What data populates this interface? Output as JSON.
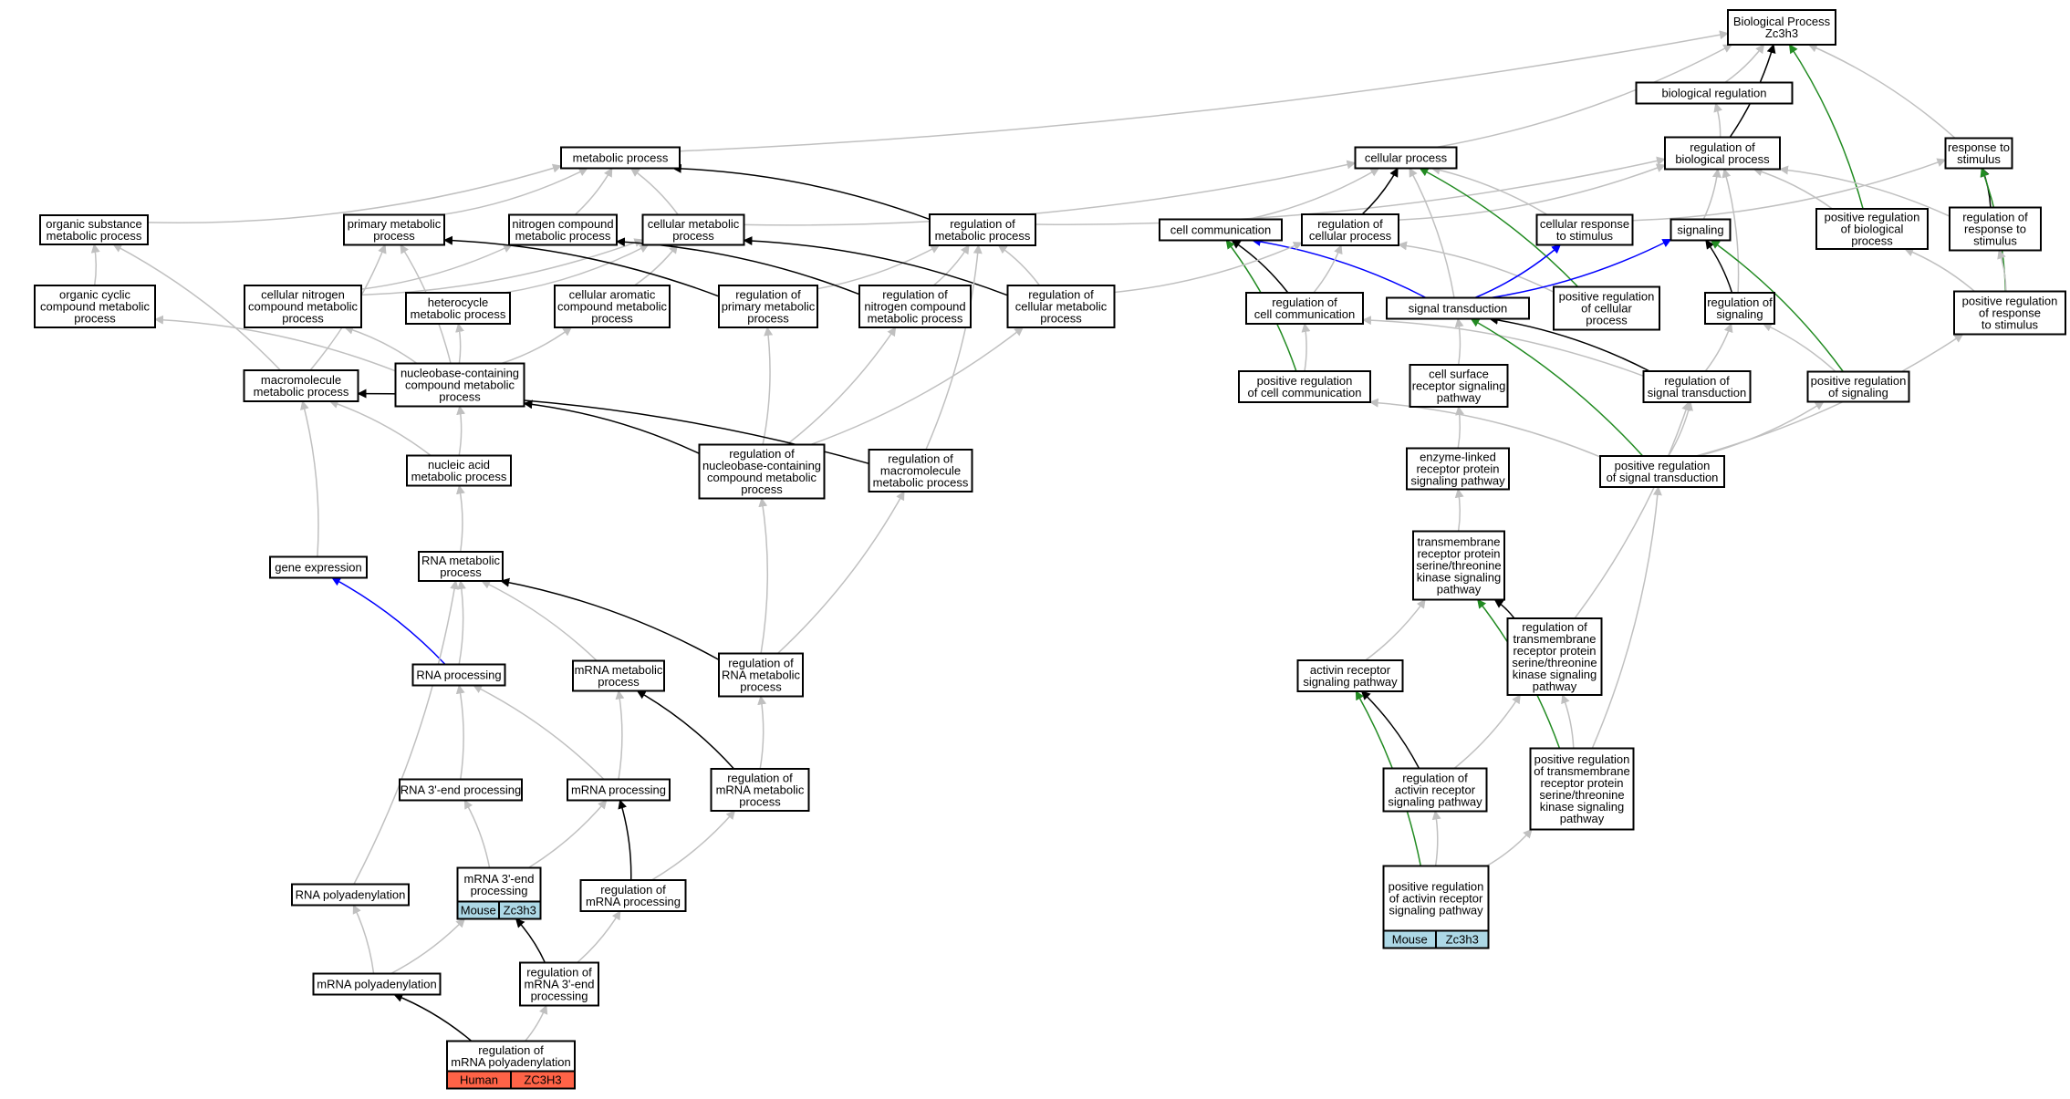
{
  "colors": {
    "is_a": "#c0c0c0",
    "regulates": "#000000",
    "positively_regulates": "#228b22",
    "part_of": "#0000ff",
    "mouse_cell": "#add8e6",
    "human_cell": "#ff6347"
  },
  "nodes": [
    {
      "id": "bp",
      "lines": [
        "Biological Process",
        "Zc3h3"
      ]
    },
    {
      "id": "bioreg",
      "lines": [
        "biological regulation"
      ]
    },
    {
      "id": "regbp",
      "lines": [
        "regulation of",
        "biological process"
      ]
    },
    {
      "id": "cellproc",
      "lines": [
        "cellular process"
      ]
    },
    {
      "id": "resp",
      "lines": [
        "response to",
        "stimulus"
      ]
    },
    {
      "id": "posregbp",
      "lines": [
        "positive regulation",
        "of biological",
        "process"
      ]
    },
    {
      "id": "regresp",
      "lines": [
        "regulation of",
        "response to",
        "stimulus"
      ]
    },
    {
      "id": "posregresp",
      "lines": [
        "positive regulation",
        "of response",
        "to stimulus"
      ]
    },
    {
      "id": "cellcomm",
      "lines": [
        "cell communication"
      ]
    },
    {
      "id": "regcellproc",
      "lines": [
        "regulation of",
        "cellular process"
      ]
    },
    {
      "id": "cellresp",
      "lines": [
        "cellular response",
        "to stimulus"
      ]
    },
    {
      "id": "signaling",
      "lines": [
        "signaling"
      ]
    },
    {
      "id": "sigtrans",
      "lines": [
        "signal transduction"
      ]
    },
    {
      "id": "regcellcomm",
      "lines": [
        "regulation of",
        "cell communication"
      ]
    },
    {
      "id": "posregcellproc",
      "lines": [
        "positive regulation",
        "of cellular",
        "process"
      ]
    },
    {
      "id": "regsignaling",
      "lines": [
        "regulation of",
        "signaling"
      ]
    },
    {
      "id": "posregcellcomm",
      "lines": [
        "positive regulation",
        "of cell communication"
      ]
    },
    {
      "id": "cellsurf",
      "lines": [
        "cell surface",
        "receptor signaling",
        "pathway"
      ]
    },
    {
      "id": "regsigtrans",
      "lines": [
        "regulation of",
        "signal transduction"
      ]
    },
    {
      "id": "posregsignaling",
      "lines": [
        "positive regulation",
        "of signaling"
      ]
    },
    {
      "id": "enzlinked",
      "lines": [
        "enzyme-linked",
        "receptor protein",
        "signaling pathway"
      ]
    },
    {
      "id": "posregsigtrans",
      "lines": [
        "positive regulation",
        "of signal transduction"
      ]
    },
    {
      "id": "tmrstk",
      "lines": [
        "transmembrane",
        "receptor protein",
        "serine/threonine",
        "kinase signaling",
        "pathway"
      ]
    },
    {
      "id": "activin",
      "lines": [
        "activin receptor",
        "signaling pathway"
      ]
    },
    {
      "id": "regtmrstk",
      "lines": [
        "regulation of",
        "transmembrane",
        "receptor protein",
        "serine/threonine",
        "kinase signaling",
        "pathway"
      ]
    },
    {
      "id": "posregtmrstk",
      "lines": [
        "positive regulation",
        "of transmembrane",
        "receptor protein",
        "serine/threonine",
        "kinase signaling",
        "pathway"
      ]
    },
    {
      "id": "regactivin",
      "lines": [
        "regulation of",
        "activin receptor",
        "signaling pathway"
      ]
    },
    {
      "id": "posregactivin",
      "lines": [
        "positive regulation",
        "of activin receptor",
        "signaling pathway"
      ],
      "cells": [
        "Mouse",
        "Zc3h3"
      ],
      "cell_color": "mouse"
    },
    {
      "id": "metab",
      "lines": [
        "metabolic process"
      ]
    },
    {
      "id": "orgsub",
      "lines": [
        "organic substance",
        "metabolic process"
      ]
    },
    {
      "id": "primmet",
      "lines": [
        "primary metabolic",
        "process"
      ]
    },
    {
      "id": "nitro",
      "lines": [
        "nitrogen compound",
        "metabolic process"
      ]
    },
    {
      "id": "cellmet",
      "lines": [
        "cellular metabolic",
        "process"
      ]
    },
    {
      "id": "regmet",
      "lines": [
        "regulation of",
        "metabolic process"
      ]
    },
    {
      "id": "orgcyc",
      "lines": [
        "organic cyclic",
        "compound metabolic",
        "process"
      ]
    },
    {
      "id": "cellnitro",
      "lines": [
        "cellular nitrogen",
        "compound metabolic",
        "process"
      ]
    },
    {
      "id": "hetero",
      "lines": [
        "heterocycle",
        "metabolic process"
      ]
    },
    {
      "id": "cellarom",
      "lines": [
        "cellular aromatic",
        "compound metabolic",
        "process"
      ]
    },
    {
      "id": "regprim",
      "lines": [
        "regulation of",
        "primary metabolic",
        "process"
      ]
    },
    {
      "id": "regnitro",
      "lines": [
        "regulation of",
        "nitrogen compound",
        "metabolic process"
      ]
    },
    {
      "id": "regcellmet",
      "lines": [
        "regulation of",
        "cellular metabolic",
        "process"
      ]
    },
    {
      "id": "macro",
      "lines": [
        "macromolecule",
        "metabolic process"
      ]
    },
    {
      "id": "nucbase",
      "lines": [
        "nucleobase-containing",
        "compound metabolic",
        "process"
      ]
    },
    {
      "id": "nucacid",
      "lines": [
        "nucleic acid",
        "metabolic process"
      ]
    },
    {
      "id": "regnucbase",
      "lines": [
        "regulation of",
        "nucleobase-containing",
        "compound metabolic",
        "process"
      ]
    },
    {
      "id": "regmacro",
      "lines": [
        "regulation of",
        "macromolecule",
        "metabolic process"
      ]
    },
    {
      "id": "geneexp",
      "lines": [
        "gene expression"
      ]
    },
    {
      "id": "rnamet",
      "lines": [
        "RNA metabolic",
        "process"
      ]
    },
    {
      "id": "rnaproc",
      "lines": [
        "RNA processing"
      ]
    },
    {
      "id": "mrnamet",
      "lines": [
        "mRNA metabolic",
        "process"
      ]
    },
    {
      "id": "regrnamet",
      "lines": [
        "regulation of",
        "RNA metabolic",
        "process"
      ]
    },
    {
      "id": "rna3end",
      "lines": [
        "RNA 3'-end processing"
      ]
    },
    {
      "id": "mrnaproc",
      "lines": [
        "mRNA processing"
      ]
    },
    {
      "id": "regmrnamet",
      "lines": [
        "regulation of",
        "mRNA metabolic",
        "process"
      ]
    },
    {
      "id": "rnapoly",
      "lines": [
        "RNA polyadenylation"
      ]
    },
    {
      "id": "mrna3end",
      "lines": [
        "mRNA 3'-end",
        "processing"
      ],
      "cells": [
        "Mouse",
        "Zc3h3"
      ],
      "cell_color": "mouse"
    },
    {
      "id": "regmrnaproc",
      "lines": [
        "regulation of",
        "mRNA processing"
      ]
    },
    {
      "id": "mrnapoly",
      "lines": [
        "mRNA polyadenylation"
      ]
    },
    {
      "id": "regmrna3end",
      "lines": [
        "regulation of",
        "mRNA 3'-end",
        "processing"
      ]
    },
    {
      "id": "regmrnapoly",
      "lines": [
        "regulation of",
        "mRNA polyadenylation"
      ],
      "cells": [
        "Human",
        "ZC3H3"
      ],
      "cell_color": "human"
    }
  ],
  "edges": [
    {
      "from": "bioreg",
      "to": "bp",
      "type": "is_a"
    },
    {
      "from": "cellproc",
      "to": "bp",
      "type": "is_a"
    },
    {
      "from": "resp",
      "to": "bp",
      "type": "is_a"
    },
    {
      "from": "metab",
      "to": "bp",
      "type": "is_a"
    },
    {
      "from": "regbp",
      "to": "bp",
      "type": "regulates"
    },
    {
      "from": "posregbp",
      "to": "bp",
      "type": "positively_regulates"
    },
    {
      "from": "regbp",
      "to": "bioreg",
      "type": "is_a"
    },
    {
      "from": "posregbp",
      "to": "regbp",
      "type": "is_a"
    },
    {
      "from": "regresp",
      "to": "regbp",
      "type": "is_a"
    },
    {
      "from": "regcellproc",
      "to": "regbp",
      "type": "is_a"
    },
    {
      "from": "regmet",
      "to": "regbp",
      "type": "is_a"
    },
    {
      "from": "regsignaling",
      "to": "regbp",
      "type": "is_a"
    },
    {
      "from": "regresp",
      "to": "resp",
      "type": "regulates"
    },
    {
      "from": "posregresp",
      "to": "resp",
      "type": "positively_regulates"
    },
    {
      "from": "posregresp",
      "to": "regresp",
      "type": "is_a"
    },
    {
      "from": "posregresp",
      "to": "posregbp",
      "type": "is_a"
    },
    {
      "from": "cellresp",
      "to": "resp",
      "type": "is_a"
    },
    {
      "from": "cellcomm",
      "to": "cellproc",
      "type": "is_a"
    },
    {
      "from": "cellresp",
      "to": "cellproc",
      "type": "is_a"
    },
    {
      "from": "sigtrans",
      "to": "cellproc",
      "type": "is_a"
    },
    {
      "from": "cellmet",
      "to": "cellproc",
      "type": "is_a"
    },
    {
      "from": "regcellproc",
      "to": "cellproc",
      "type": "regulates"
    },
    {
      "from": "posregcellproc",
      "to": "cellproc",
      "type": "positively_regulates"
    },
    {
      "from": "regcellcomm",
      "to": "cellcomm",
      "type": "regulates"
    },
    {
      "from": "posregcellcomm",
      "to": "cellcomm",
      "type": "positively_regulates"
    },
    {
      "from": "sigtrans",
      "to": "cellcomm",
      "type": "part_of"
    },
    {
      "from": "regcellcomm",
      "to": "regcellproc",
      "type": "is_a"
    },
    {
      "from": "posregcellproc",
      "to": "regcellproc",
      "type": "is_a"
    },
    {
      "from": "sigtrans",
      "to": "cellresp",
      "type": "part_of"
    },
    {
      "from": "sigtrans",
      "to": "signaling",
      "type": "part_of"
    },
    {
      "from": "regsignaling",
      "to": "signaling",
      "type": "regulates"
    },
    {
      "from": "posregsignaling",
      "to": "signaling",
      "type": "positively_regulates"
    },
    {
      "from": "signaling",
      "to": "regbp",
      "type": "is_a"
    },
    {
      "from": "posregcellcomm",
      "to": "regcellcomm",
      "type": "is_a"
    },
    {
      "from": "regsigtrans",
      "to": "regcellcomm",
      "type": "is_a"
    },
    {
      "from": "regsigtrans",
      "to": "regsignaling",
      "type": "is_a"
    },
    {
      "from": "posregsignaling",
      "to": "regsignaling",
      "type": "is_a"
    },
    {
      "from": "regsigtrans",
      "to": "sigtrans",
      "type": "regulates"
    },
    {
      "from": "posregsigtrans",
      "to": "sigtrans",
      "type": "positively_regulates"
    },
    {
      "from": "cellsurf",
      "to": "sigtrans",
      "type": "is_a"
    },
    {
      "from": "posregsigtrans",
      "to": "regsigtrans",
      "type": "is_a"
    },
    {
      "from": "posregsigtrans",
      "to": "posregsignaling",
      "type": "is_a"
    },
    {
      "from": "posregsigtrans",
      "to": "posregcellcomm",
      "type": "is_a"
    },
    {
      "from": "posregsigtrans",
      "to": "posregresp",
      "type": "is_a"
    },
    {
      "from": "enzlinked",
      "to": "cellsurf",
      "type": "is_a"
    },
    {
      "from": "tmrstk",
      "to": "enzlinked",
      "type": "is_a"
    },
    {
      "from": "activin",
      "to": "tmrstk",
      "type": "is_a"
    },
    {
      "from": "regtmrstk",
      "to": "tmrstk",
      "type": "regulates"
    },
    {
      "from": "posregtmrstk",
      "to": "tmrstk",
      "type": "positively_regulates"
    },
    {
      "from": "regtmrstk",
      "to": "regsigtrans",
      "type": "is_a"
    },
    {
      "from": "posregtmrstk",
      "to": "regtmrstk",
      "type": "is_a"
    },
    {
      "from": "posregtmrstk",
      "to": "posregsigtrans",
      "type": "is_a"
    },
    {
      "from": "regactivin",
      "to": "activin",
      "type": "regulates"
    },
    {
      "from": "posregactivin",
      "to": "activin",
      "type": "positively_regulates"
    },
    {
      "from": "regactivin",
      "to": "regtmrstk",
      "type": "is_a"
    },
    {
      "from": "posregactivin",
      "to": "regactivin",
      "type": "is_a"
    },
    {
      "from": "posregactivin",
      "to": "posregtmrstk",
      "type": "is_a"
    },
    {
      "from": "orgsub",
      "to": "metab",
      "type": "is_a"
    },
    {
      "from": "primmet",
      "to": "metab",
      "type": "is_a"
    },
    {
      "from": "nitro",
      "to": "metab",
      "type": "is_a"
    },
    {
      "from": "cellmet",
      "to": "metab",
      "type": "is_a"
    },
    {
      "from": "regmet",
      "to": "metab",
      "type": "regulates"
    },
    {
      "from": "orgcyc",
      "to": "orgsub",
      "type": "is_a"
    },
    {
      "from": "macro",
      "to": "orgsub",
      "type": "is_a"
    },
    {
      "from": "cellnitro",
      "to": "nitro",
      "type": "is_a"
    },
    {
      "from": "cellnitro",
      "to": "cellmet",
      "type": "is_a"
    },
    {
      "from": "hetero",
      "to": "cellmet",
      "type": "is_a"
    },
    {
      "from": "cellarom",
      "to": "cellmet",
      "type": "is_a"
    },
    {
      "from": "regprim",
      "to": "primmet",
      "type": "regulates"
    },
    {
      "from": "regprim",
      "to": "regmet",
      "type": "is_a"
    },
    {
      "from": "regnitro",
      "to": "nitro",
      "type": "regulates"
    },
    {
      "from": "regnitro",
      "to": "regmet",
      "type": "is_a"
    },
    {
      "from": "regcellmet",
      "to": "cellmet",
      "type": "regulates"
    },
    {
      "from": "regcellmet",
      "to": "regmet",
      "type": "is_a"
    },
    {
      "from": "regcellmet",
      "to": "regcellproc",
      "type": "is_a"
    },
    {
      "from": "nucbase",
      "to": "orgcyc",
      "type": "is_a"
    },
    {
      "from": "nucbase",
      "to": "cellnitro",
      "type": "is_a"
    },
    {
      "from": "nucbase",
      "to": "hetero",
      "type": "is_a"
    },
    {
      "from": "nucbase",
      "to": "cellarom",
      "type": "is_a"
    },
    {
      "from": "nucbase",
      "to": "primmet",
      "type": "is_a"
    },
    {
      "from": "macro",
      "to": "primmet",
      "type": "is_a"
    },
    {
      "from": "nucacid",
      "to": "nucbase",
      "type": "is_a"
    },
    {
      "from": "nucacid",
      "to": "macro",
      "type": "is_a"
    },
    {
      "from": "regnucbase",
      "to": "nucbase",
      "type": "regulates"
    },
    {
      "from": "regnucbase",
      "to": "regprim",
      "type": "is_a"
    },
    {
      "from": "regnucbase",
      "to": "regnitro",
      "type": "is_a"
    },
    {
      "from": "regnucbase",
      "to": "regcellmet",
      "type": "is_a"
    },
    {
      "from": "regmacro",
      "to": "macro",
      "type": "regulates"
    },
    {
      "from": "regmacro",
      "to": "regmet",
      "type": "is_a"
    },
    {
      "from": "geneexp",
      "to": "macro",
      "type": "is_a"
    },
    {
      "from": "rnamet",
      "to": "nucacid",
      "type": "is_a"
    },
    {
      "from": "rnaproc",
      "to": "rnamet",
      "type": "is_a"
    },
    {
      "from": "rnaproc",
      "to": "geneexp",
      "type": "part_of"
    },
    {
      "from": "mrnamet",
      "to": "rnamet",
      "type": "is_a"
    },
    {
      "from": "regrnamet",
      "to": "rnamet",
      "type": "regulates"
    },
    {
      "from": "regrnamet",
      "to": "regnucbase",
      "type": "is_a"
    },
    {
      "from": "regrnamet",
      "to": "regmacro",
      "type": "is_a"
    },
    {
      "from": "rna3end",
      "to": "rnaproc",
      "type": "is_a"
    },
    {
      "from": "mrnaproc",
      "to": "rnaproc",
      "type": "is_a"
    },
    {
      "from": "mrnaproc",
      "to": "mrnamet",
      "type": "is_a"
    },
    {
      "from": "regmrnamet",
      "to": "mrnamet",
      "type": "regulates"
    },
    {
      "from": "regmrnamet",
      "to": "regrnamet",
      "type": "is_a"
    },
    {
      "from": "rnapoly",
      "to": "rnamet",
      "type": "is_a"
    },
    {
      "from": "mrna3end",
      "to": "rna3end",
      "type": "is_a"
    },
    {
      "from": "mrna3end",
      "to": "mrnaproc",
      "type": "is_a"
    },
    {
      "from": "regmrnaproc",
      "to": "mrnaproc",
      "type": "regulates"
    },
    {
      "from": "regmrnaproc",
      "to": "regmrnamet",
      "type": "is_a"
    },
    {
      "from": "mrnapoly",
      "to": "rnapoly",
      "type": "is_a"
    },
    {
      "from": "mrnapoly",
      "to": "mrna3end",
      "type": "is_a"
    },
    {
      "from": "regmrna3end",
      "to": "mrna3end",
      "type": "regulates"
    },
    {
      "from": "regmrna3end",
      "to": "regmrnaproc",
      "type": "is_a"
    },
    {
      "from": "regmrnapoly",
      "to": "mrnapoly",
      "type": "regulates"
    },
    {
      "from": "regmrnapoly",
      "to": "regmrna3end",
      "type": "is_a"
    }
  ]
}
